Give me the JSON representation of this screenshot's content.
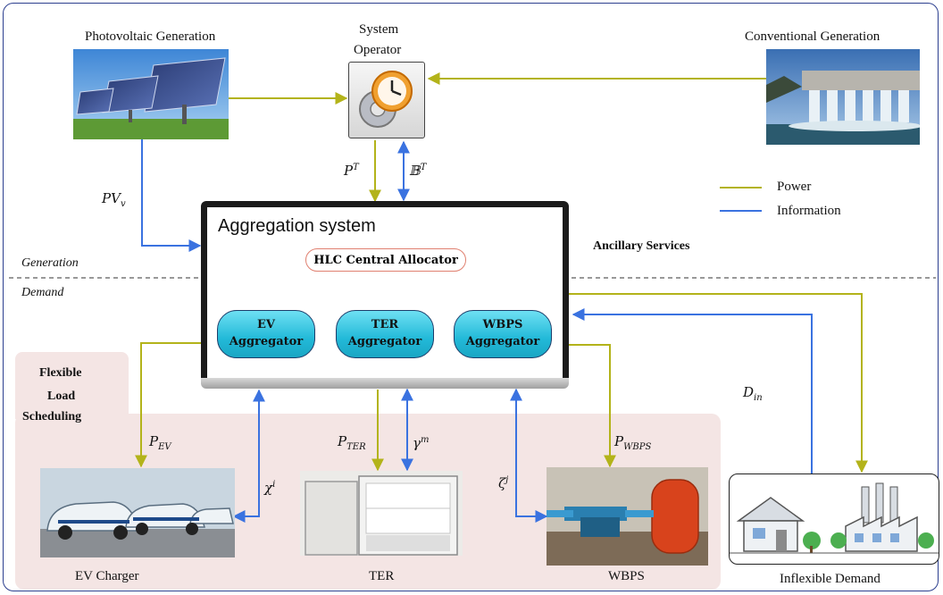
{
  "generation": {
    "pv_label": "Photovoltaic Generation",
    "conventional_label": "Conventional Generation",
    "system_operator_line1": "System",
    "system_operator_line2": "Operator"
  },
  "legend": {
    "power": "Power",
    "information": "Information",
    "power_color": "#b3b31a",
    "information_color": "#3a72e0"
  },
  "zones": {
    "generation": "Generation",
    "demand": "Demand",
    "ancillary": "Ancillary Services",
    "flexible_line1": "Flexible",
    "flexible_line2": "Load",
    "flexible_line3": "Scheduling"
  },
  "aggregation": {
    "title": "Aggregation system",
    "hlc": "HLC Central Allocator",
    "ev_line1": "EV",
    "ev_line2": "Aggregator",
    "ter_line1": "TER",
    "ter_line2": "Aggregator",
    "wbps_line1": "WBPS",
    "wbps_line2": "Aggregator"
  },
  "signals": {
    "pv_v": {
      "base": "PV",
      "sub": "v"
    },
    "p_t": {
      "base": "P",
      "sup": "T"
    },
    "b_t": {
      "base": "𝔹",
      "sup": "T"
    },
    "p_ev": {
      "base": "P",
      "sub": "EV"
    },
    "p_ter": {
      "base": "P",
      "sub": "TER"
    },
    "p_wbps": {
      "base": "P",
      "sub": "WBPS"
    },
    "chi_i": {
      "base": "χ",
      "sup": "i"
    },
    "gamma_m": {
      "base": "γ",
      "sup": "m"
    },
    "zeta_j": {
      "base": "ζ",
      "sup": "j"
    },
    "d_in": {
      "base": "D",
      "sub": "in"
    }
  },
  "loads": {
    "ev_charger": "EV Charger",
    "ter": "TER",
    "wbps": "WBPS",
    "inflexible": "Inflexible Demand"
  }
}
